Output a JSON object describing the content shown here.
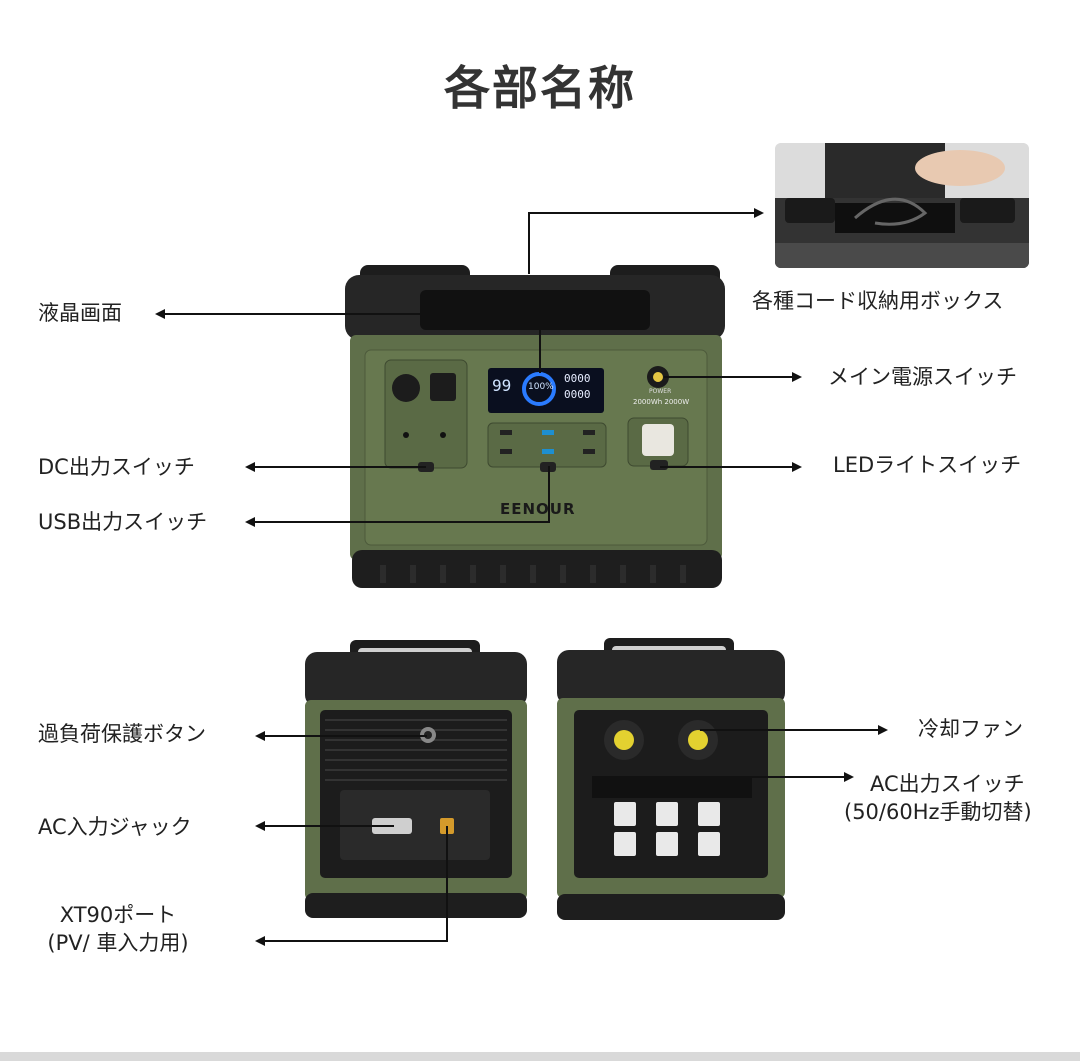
{
  "title": "各部名称",
  "labels": {
    "lcd": "液晶画面",
    "cord_box": "各種コード収納用ボックス",
    "main_power": "メイン電源スイッチ",
    "dc_switch": "DC出力スイッチ",
    "led_switch": "LEDライトスイッチ",
    "usb_switch": "USB出力スイッチ",
    "overload": "過負荷保護ボタン",
    "cooling_fan": "冷却ファン",
    "ac_switch_1": "AC出力スイッチ",
    "ac_switch_2": "(50/60Hz手動切替)",
    "ac_input": "AC入力ジャック",
    "xt90_1": "XT90ポート",
    "xt90_2": "(PV/ 車入力用)"
  },
  "device": {
    "brand": "EENOUR",
    "lcd_left": "99",
    "lcd_mid": "100%",
    "lcd_right_1": "0000",
    "lcd_right_2": "0000",
    "spec": "2000Wh 2000W",
    "power_label": "POWER"
  },
  "colors": {
    "body_green": "#5f6f4a",
    "body_black": "#1e1e1e",
    "lcd_blue": "#1a4fd0"
  }
}
